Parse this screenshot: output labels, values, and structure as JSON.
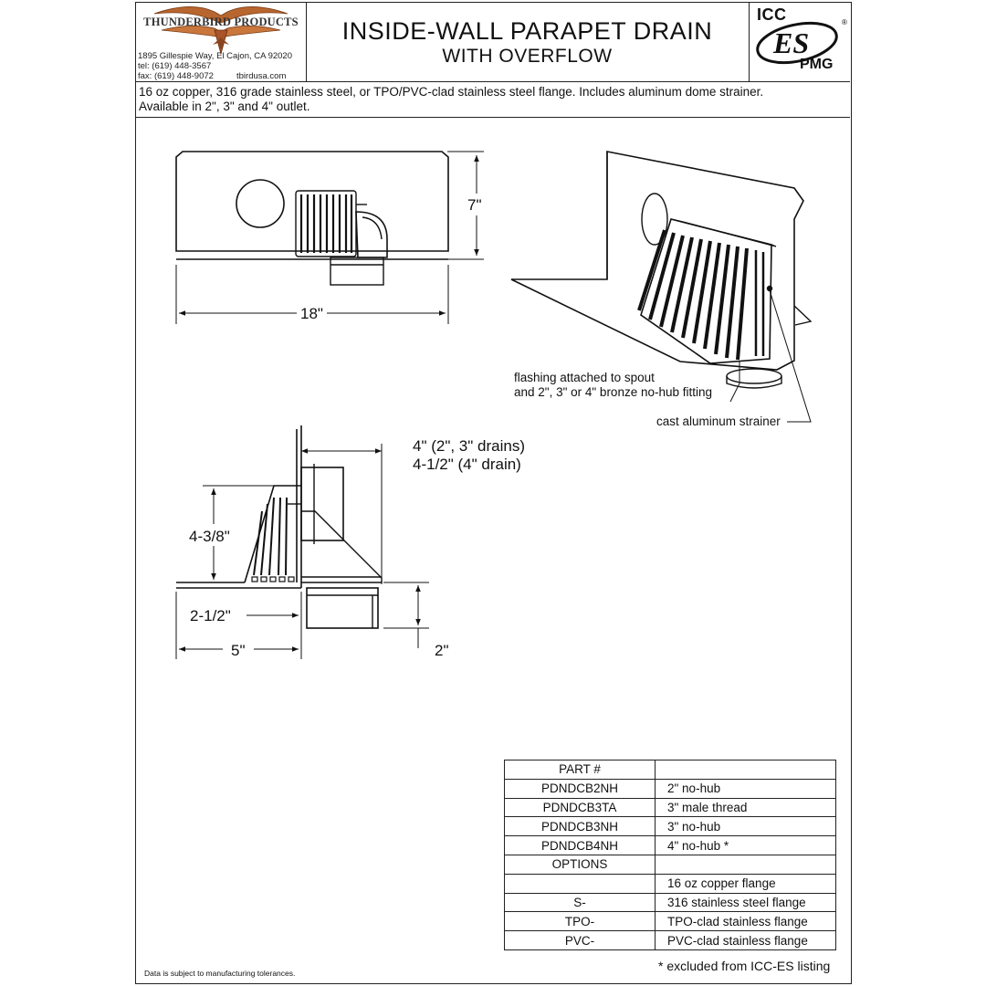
{
  "header": {
    "brand": "THUNDERBIRD PRODUCTS",
    "address": "1895 Gillespie Way,  El Cajon,  CA 92020",
    "tel": "tel:  (619)  448-3567",
    "fax": "fax: (619)  448-9072",
    "website": "tbirdusa.com",
    "title": "INSIDE-WALL PARAPET DRAIN",
    "subtitle": "WITH OVERFLOW",
    "cert_top": "ICC",
    "cert_mid": "ES",
    "cert_bottom": "PMG"
  },
  "description": {
    "line1": "16 oz copper, 316 grade stainless steel, or TPO/PVC-clad stainless steel flange. Includes aluminum dome strainer.",
    "line2": "Available in 2\", 3\" and 4\" outlet."
  },
  "drawing": {
    "dim_height": "7\"",
    "dim_width": "18\"",
    "callout_flashing_1": "flashing attached to spout",
    "callout_flashing_2": "and 2\", 3\" or 4\" bronze no-hub fitting",
    "callout_strainer": "cast aluminum strainer",
    "dim_outlet_1": "4\" (2\", 3\" drains)",
    "dim_outlet_2": "4-1/2\"  (4\" drain)",
    "dim_strainer_height": "4-3/8\"",
    "dim_offset": "2-1/2\"",
    "dim_depth": "5\"",
    "dim_outlet_length": "2\""
  },
  "table": {
    "rows": [
      {
        "part": "PART #",
        "desc": ""
      },
      {
        "part": "PDNDCB2NH",
        "desc": "2\" no-hub"
      },
      {
        "part": "PDNDCB3TA",
        "desc": "3\" male thread"
      },
      {
        "part": "PDNDCB3NH",
        "desc": "3\" no-hub"
      },
      {
        "part": "PDNDCB4NH",
        "desc": "4\" no-hub *"
      },
      {
        "part": "OPTIONS",
        "desc": ""
      },
      {
        "part": "",
        "desc": "16 oz copper flange"
      },
      {
        "part": "S-",
        "desc": "316 stainless steel flange"
      },
      {
        "part": "TPO-",
        "desc": "TPO-clad stainless flange"
      },
      {
        "part": "PVC-",
        "desc": "PVC-clad stainless flange"
      }
    ]
  },
  "footnote": "* excluded from ICC-ES listing",
  "disclaimer": "Data is subject to manufacturing tolerances."
}
